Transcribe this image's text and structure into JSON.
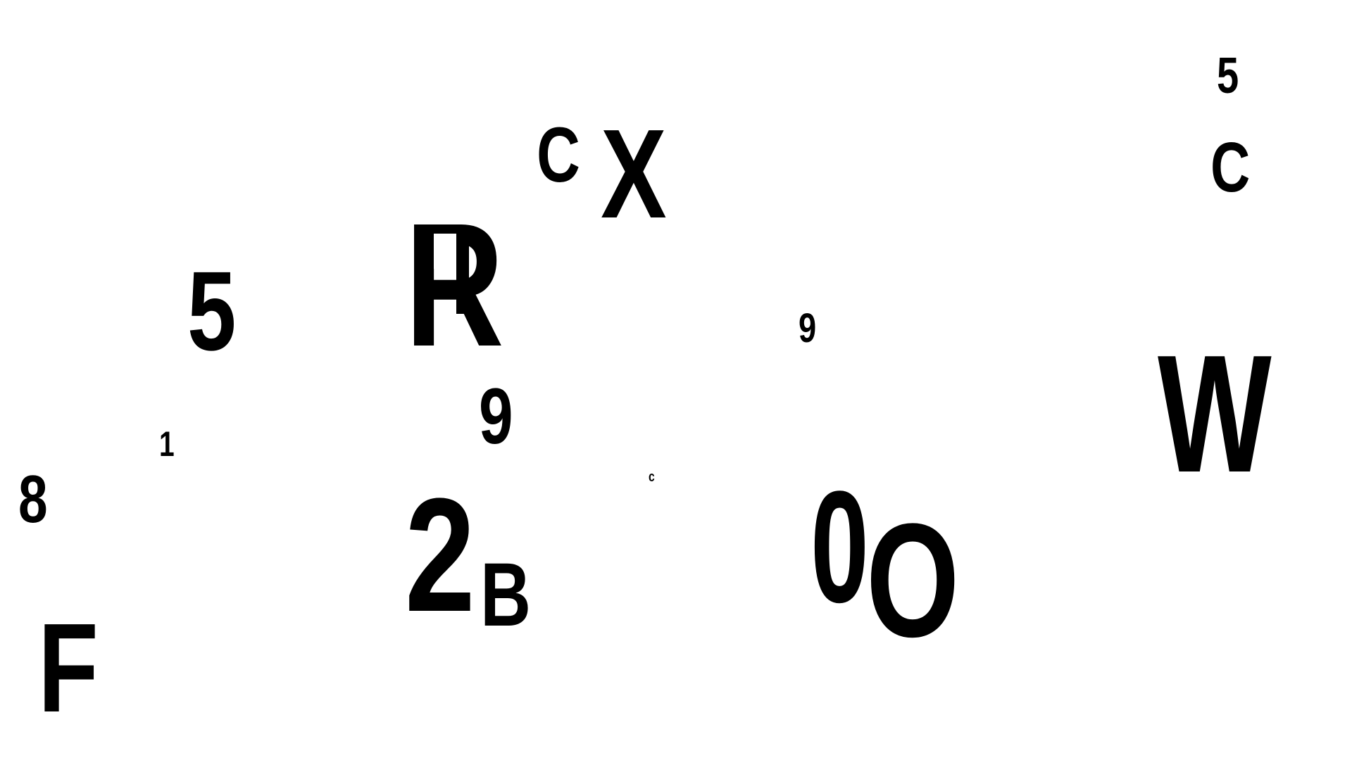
{
  "glyphs": {
    "g1": "5",
    "g2": "C",
    "g3": "C",
    "g4": "X",
    "g5": "R",
    "g6": "5",
    "g7": "9",
    "g8": "9",
    "g9": "W",
    "g10": "1",
    "g11": "8",
    "g12": "c",
    "g13": "2",
    "g14": "B",
    "g15": "0",
    "g16": "O",
    "g17": "F"
  },
  "colors": {
    "background": "#ffffff",
    "glyph": "#000000"
  }
}
